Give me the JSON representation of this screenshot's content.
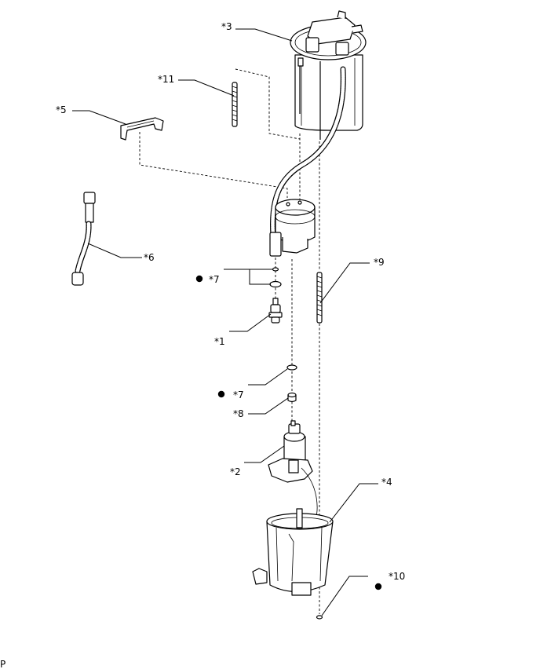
{
  "diagram": {
    "callouts": {
      "c1": "*1",
      "c2": "*2",
      "c3": "*3",
      "c4": "*4",
      "c5": "*5",
      "c6": "*6",
      "c7a": "*7",
      "c7b": "*7",
      "c8": "*8",
      "c9": "*9",
      "c10": "*10",
      "c11": "*11"
    },
    "corner_code": "P"
  }
}
